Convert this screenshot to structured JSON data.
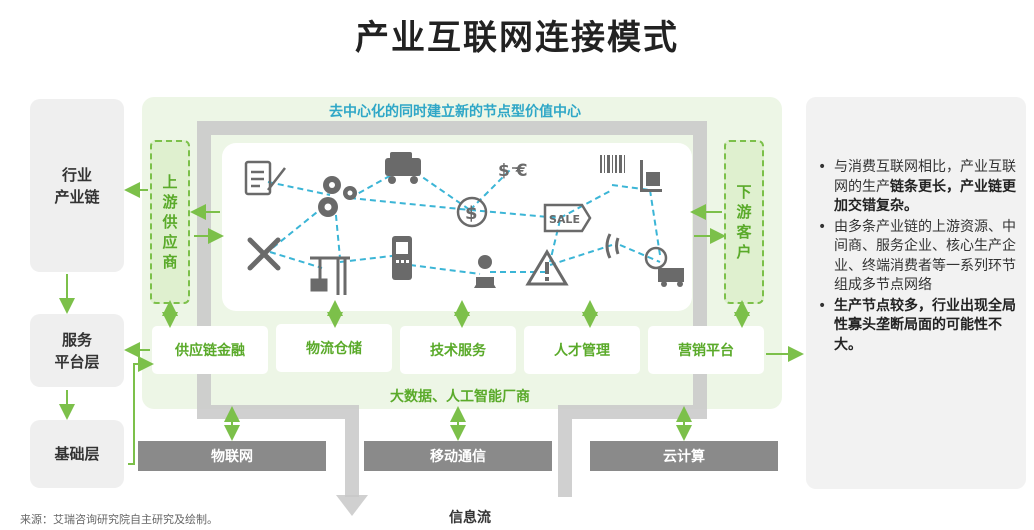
{
  "title": "产业互联网连接模式",
  "left_layers": {
    "industry_chain": "行业\n产业链",
    "service_platform": "服务\n平台层",
    "base_layer": "基础层"
  },
  "center": {
    "top_caption": "去中心化的同时建立新的节点型价值中心",
    "upstream": "上\n游\n供\n应\n商",
    "downstream": "下\n游\n客\n户",
    "services": [
      "供应链金融",
      "物流仓储",
      "技术服务",
      "人才管理",
      "营销平台"
    ],
    "bigdata": "大数据、人工智能厂商",
    "infrastructure": [
      "物联网",
      "移动通信",
      "云计算"
    ],
    "info_flow": "信息流"
  },
  "icons": {
    "sale_tag": "SALE",
    "dollar": "$",
    "currency_exchange": "$ €"
  },
  "right_notes": [
    {
      "plain": "与消费互联网相比，产业互联网的生产",
      "bold": "链条更长，产业链更加交错复杂。"
    },
    {
      "plain": "由多条产业链的上游资源、中间商、服务企业、核心生产企业、终端消费者等一系列环节组成多节点网络",
      "bold": ""
    },
    {
      "plain": "",
      "bold": "生产节点较多，行业出现全局性寡头垄断局面的可能性不大。"
    }
  ],
  "source": "来源：艾瑞咨询研究院自主研究及绘制。",
  "colors": {
    "green": "#7cc04a",
    "dash_blue": "#3bb5d6",
    "gray": "#8a8a8a"
  }
}
